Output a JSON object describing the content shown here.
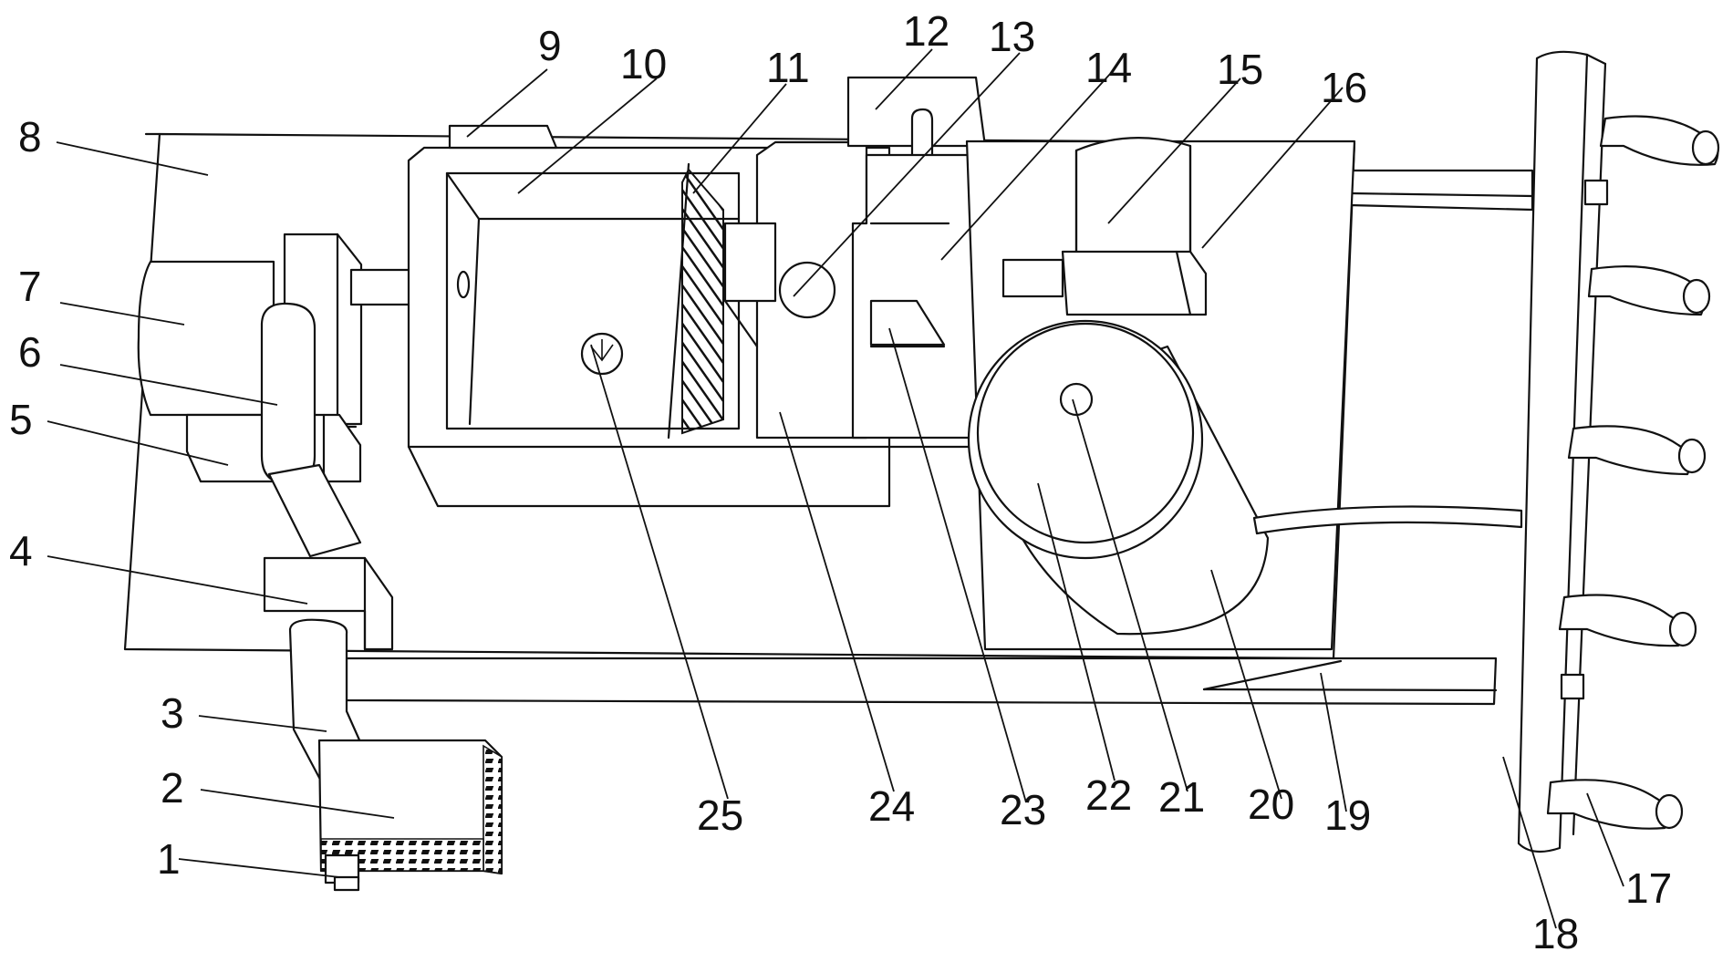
{
  "figure": {
    "part_labels": [
      {
        "id": "1",
        "text": "1"
      },
      {
        "id": "2",
        "text": "2"
      },
      {
        "id": "3",
        "text": "3"
      },
      {
        "id": "4",
        "text": "4"
      },
      {
        "id": "5",
        "text": "5"
      },
      {
        "id": "6",
        "text": "6"
      },
      {
        "id": "7",
        "text": "7"
      },
      {
        "id": "8",
        "text": "8"
      },
      {
        "id": "9",
        "text": "9"
      },
      {
        "id": "10",
        "text": "10"
      },
      {
        "id": "11",
        "text": "11"
      },
      {
        "id": "12",
        "text": "12"
      },
      {
        "id": "13",
        "text": "13"
      },
      {
        "id": "14",
        "text": "14"
      },
      {
        "id": "15",
        "text": "15"
      },
      {
        "id": "16",
        "text": "16"
      },
      {
        "id": "17",
        "text": "17"
      },
      {
        "id": "18",
        "text": "18"
      },
      {
        "id": "19",
        "text": "19"
      },
      {
        "id": "20",
        "text": "20"
      },
      {
        "id": "21",
        "text": "21"
      },
      {
        "id": "22",
        "text": "22"
      },
      {
        "id": "23",
        "text": "23"
      },
      {
        "id": "24",
        "text": "24"
      },
      {
        "id": "25",
        "text": "25"
      }
    ]
  },
  "colors": {
    "ink": "#111111",
    "paper": "#ffffff"
  }
}
